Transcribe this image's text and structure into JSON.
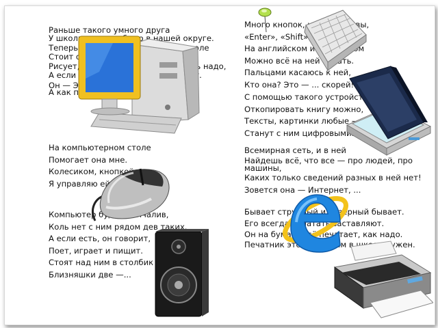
{
  "left_column": {
    "stanza1": [
      "Раньше такого умного друга",
      "У школьников не было в нашей округе.",
      "Теперь он появился, на каждом столе",
      "Стоит он дома и в тебе да и мне.",
      "Рисует, считает, всё, что вычислить надо,",
      "А если захочешь — в игру поиграет.",
      "Он — ЭВМ. Это имя — ... мы его?",
      "А как по-другому назовём мы его?"
    ],
    "stanza2": [
      "На компьютерном столе",
      "Помогает она мне.",
      "Колесиком, кнопкой",
      "Я управляю ей."
    ],
    "stanza3": [
      "Компьютер будет молчалив,",
      "Коль нет с ним рядом дев таких.",
      "А если есть, он говорит,",
      "Поет, играет и пищит.",
      "Стоят над ним в столбик",
      "Близняшки две —..."
    ]
  },
  "right_column": {
    "stanza1": [
      "Много кнопок, цифры, буквы,",
      "«Enter», «Shift» и «F5»,",
      "На английском и на русском",
      "Можно всё на ней писать.",
      "Пальцами касаюсь к ней,",
      "Кто она? Это — ... скорей!"
    ],
    "stanza2": [
      "С помощью такого устройства",
      "Откопировать книгу можно,",
      "Тексты, картинки любые —",
      "Станут с ним цифровыми."
    ],
    "stanza3": [
      "Всемирная сеть, и в ней",
      "Найдешь всё, что все — про людей, про машины,",
      "Каких только сведений разных в ней нет!",
      "Зовется она — Интернет, ..."
    ],
    "stanza4": [
      "Бывает струйный и лазерный бывает.",
      "Его всегда печатать заставляют.",
      "Он на бумагу всё печатает, как надо.",
      "Печатник этот всем нам в школе нужен."
    ]
  },
  "icons": {
    "pushpin": "pushpin-icon",
    "computer": "computer-icon",
    "keyboard": "keyboard-icon",
    "scanner": "scanner-icon",
    "mouse": "mouse-icon",
    "internet": "internet-explorer-icon",
    "speaker": "speaker-icon",
    "printer": "printer-icon"
  },
  "colors": {
    "text": "#111111",
    "monitor_frame": "#f0c020",
    "monitor_screen": "#2a72d8",
    "ie_blue": "#1f86e0",
    "ie_ring": "#f3c21b"
  }
}
